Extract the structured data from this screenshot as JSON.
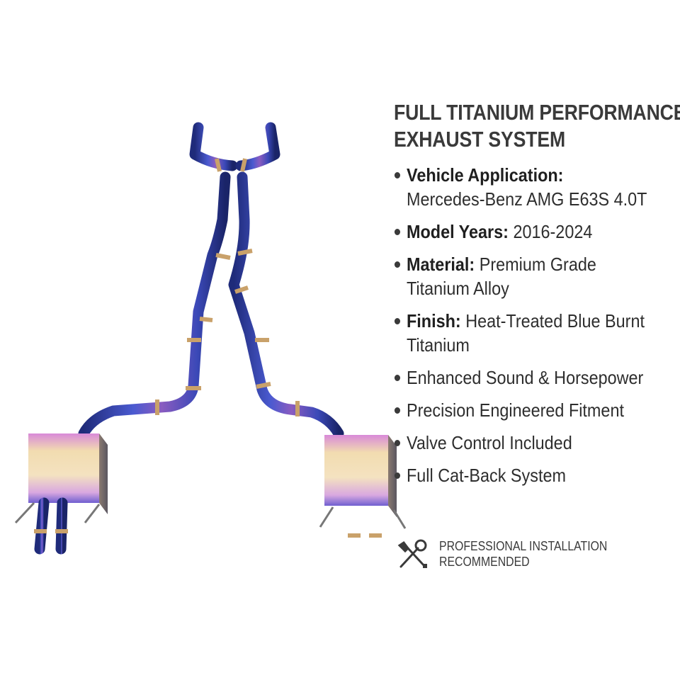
{
  "title_lines": [
    "FULL TITANIUM PERFORMANCE",
    "EXHAUST SYSTEM"
  ],
  "features": [
    {
      "label": "Vehicle Application:",
      "value": "Mercedes-Benz AMG E63S 4.0T",
      "wrap": true
    },
    {
      "label": "Model Years:",
      "value": "2016-2024",
      "wrap": false
    },
    {
      "label": "Material:",
      "value": "Premium Grade",
      "value2": "Titanium Alloy",
      "wrap": true
    },
    {
      "label": "Finish:",
      "value": "Heat-Treated Blue Burnt",
      "value2": "Titanium",
      "wrap": true
    },
    {
      "label": "",
      "value": "Enhanced Sound & Horsepower",
      "wrap": false
    },
    {
      "label": "",
      "value": "Precision Engineered Fitment",
      "wrap": false
    },
    {
      "label": "",
      "value": "Valve Control Included",
      "wrap": false
    },
    {
      "label": "",
      "value": "Full Cat-Back System",
      "wrap": false
    }
  ],
  "note_lines": [
    "PROFESSIONAL INSTALLATION",
    "RECOMMENDED"
  ],
  "colors": {
    "text": "#2e2e2e",
    "title": "#3a3a3a",
    "pipe_blue": "#3b49b8",
    "pipe_gold": "#c9a16a",
    "muffler_gold": "#e8c98f"
  },
  "icons": {
    "note": "wrench-screwdriver-icon"
  }
}
